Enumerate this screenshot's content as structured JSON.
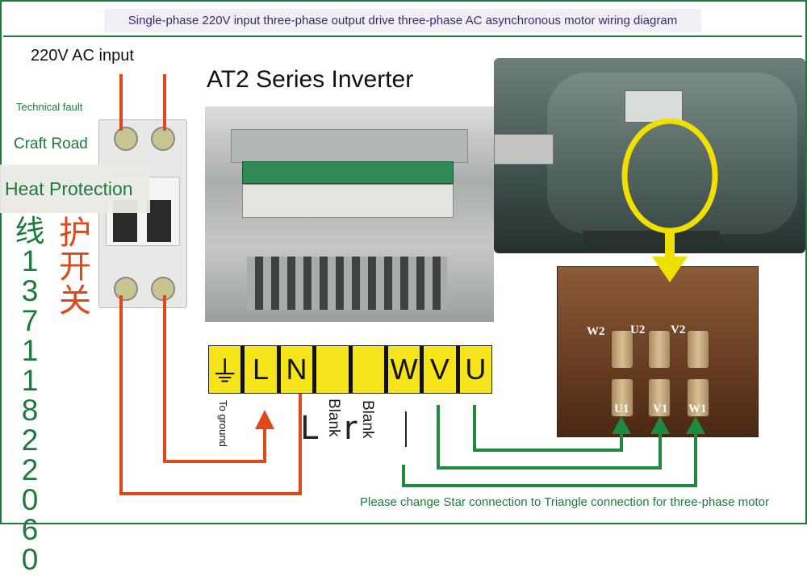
{
  "title": "Single-phase 220V input three-phase output drive three-phase AC asynchronous motor wiring diagram",
  "ac_input_label": "220V AC input",
  "inverter_label": "AT2 Series Inverter",
  "overlay_texts": {
    "technical_fault": "Technical fault",
    "craft_road": "Craft Road",
    "heat_protection": "Heat Protection",
    "phone_number": "线13711822060",
    "chinese_switch": "护开关"
  },
  "terminal_strip": {
    "cells": [
      "⏚",
      "L",
      "N",
      "",
      "",
      "W",
      "V",
      "U"
    ],
    "background": "#f6e41a"
  },
  "terminal_notes": {
    "to_ground": "To ground",
    "blank_1": "Blank",
    "blank_2": "Blank"
  },
  "motor_terminals": {
    "top": [
      "W2",
      "U2",
      "V2"
    ],
    "bottom": [
      "U1",
      "V1",
      "W1"
    ]
  },
  "bottom_note": "Please change Star connection to Triangle connection for three-phase motor",
  "colors": {
    "input_wires": "#e04818",
    "output_wires": "#1e8a3c",
    "highlight": "#f0e000",
    "frame": "#1e7a3c"
  }
}
